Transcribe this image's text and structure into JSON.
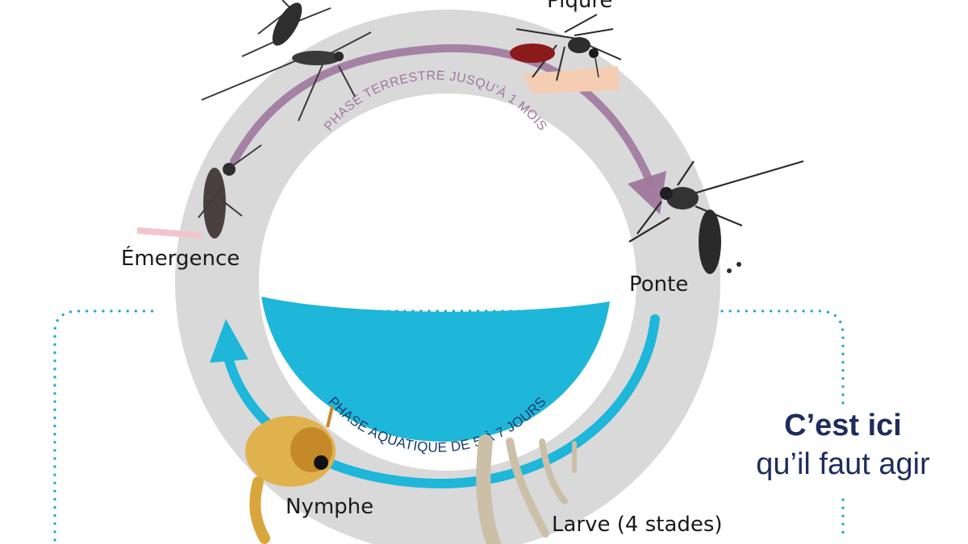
{
  "stages": {
    "piqure": "Piqûre",
    "emergence": "Émergence",
    "ponte": "Ponte",
    "nymphe": "Nymphe",
    "larve": "Larve (4 stades)"
  },
  "phases": {
    "terrestrial": "PHASE TERRESTRE JUSQU’À 1 MOIS",
    "aquatic": "PHASE AQUATIQUE DE 5 À 7 JOURS"
  },
  "callout": {
    "line1": "C’est ici",
    "line2": "qu’il faut agir"
  },
  "colors": {
    "ring": "#d9d9da",
    "terrestrial_arrow": "#9f789d",
    "aquatic_arrow": "#1eb6d9",
    "water": "#1eb6d9",
    "callout_text": "#1e2d5c",
    "dotted_frame": "#1aa6c8"
  },
  "icons": {
    "mosquito": "mosquito-icon",
    "larva": "larva-icon",
    "pupa": "pupa-icon",
    "skin": "skin-icon"
  }
}
